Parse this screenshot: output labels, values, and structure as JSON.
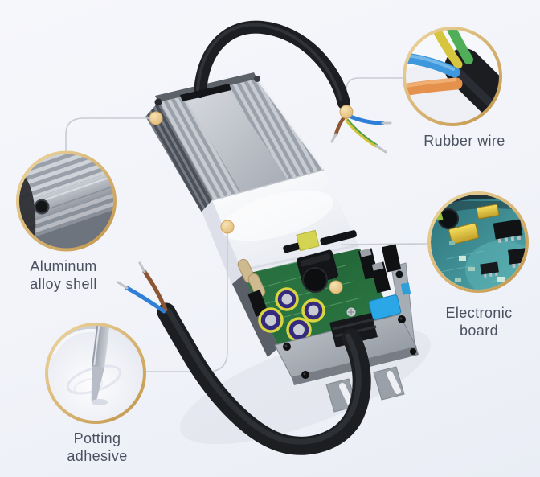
{
  "title": "LED driver exploded-structure infographic",
  "callouts": [
    {
      "id": "rubber-wire",
      "lines": [
        "Rubber wire",
        ""
      ]
    },
    {
      "id": "aluminum-alloy-shell",
      "lines": [
        "Aluminum",
        "alloy shell"
      ]
    },
    {
      "id": "electronic-board",
      "lines": [
        "Electronic",
        "board"
      ]
    },
    {
      "id": "potting-adhesive",
      "lines": [
        "Potting",
        "adhesive"
      ]
    }
  ],
  "style_colors": {
    "gold_ring": "#d7b069",
    "anchor_dot": "#ecc98e",
    "leader_line": "#c9cbd3",
    "label_text": "#4b5160",
    "background_top": "#f6f7fb",
    "background_bottom": "#eaedf5",
    "cable_sheath": "#1d1e22",
    "wire_brown": "#8d5632",
    "wire_blue": "#2f7fd6",
    "wire_yellow": "#d2c23c",
    "wire_green": "#4aa04d",
    "wire_orange": "#e5914e",
    "aluminum": "#b2b8c1",
    "potting_white": "#f6f7fa",
    "pcb_green": "#2f7d45",
    "bracket_gray": "#9aa0a8"
  },
  "device_parts": [
    "aluminum alloy shell",
    "potting adhesive block",
    "electronic board",
    "rubber input cable",
    "rubber output cable",
    "mounting bracket",
    "cable gland"
  ]
}
